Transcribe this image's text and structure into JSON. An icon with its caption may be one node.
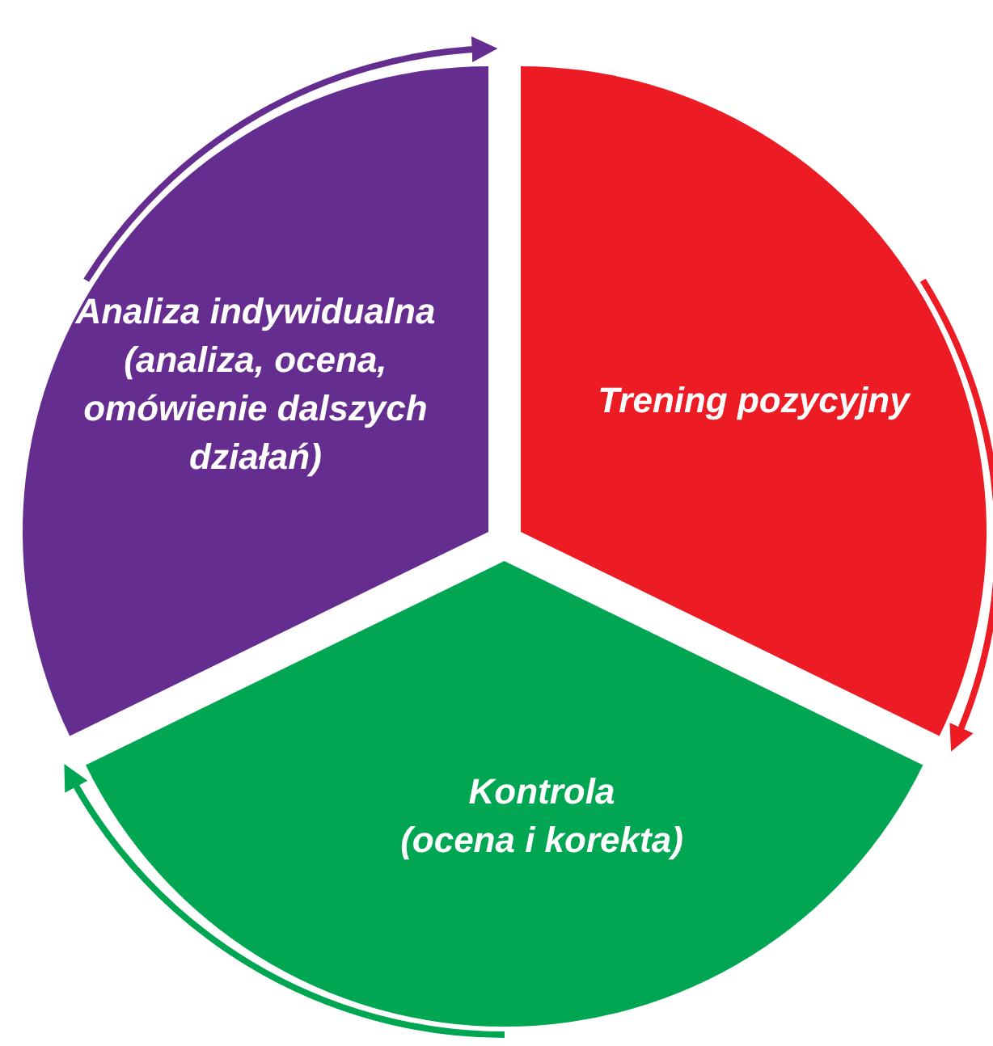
{
  "diagram": {
    "nodes": [
      {
        "text": [
          "Analiza indywidualna",
          "(analiza, ocena, omówienie dalszych działań)"
        ]
      },
      {
        "text": [
          "Trening pozycyjny"
        ]
      },
      {
        "text": [
          "Kontrola",
          "(ocena i korekta)"
        ]
      }
    ],
    "edges": [
      {
        "from": 0,
        "to": 1,
        "arrow": "to",
        "color": "#662d91"
      },
      {
        "from": 1,
        "to": 2,
        "arrow": "to",
        "color": "#ed1c24"
      },
      {
        "from": 2,
        "to": 0,
        "arrow": "to",
        "color": "#00a651"
      }
    ]
  }
}
